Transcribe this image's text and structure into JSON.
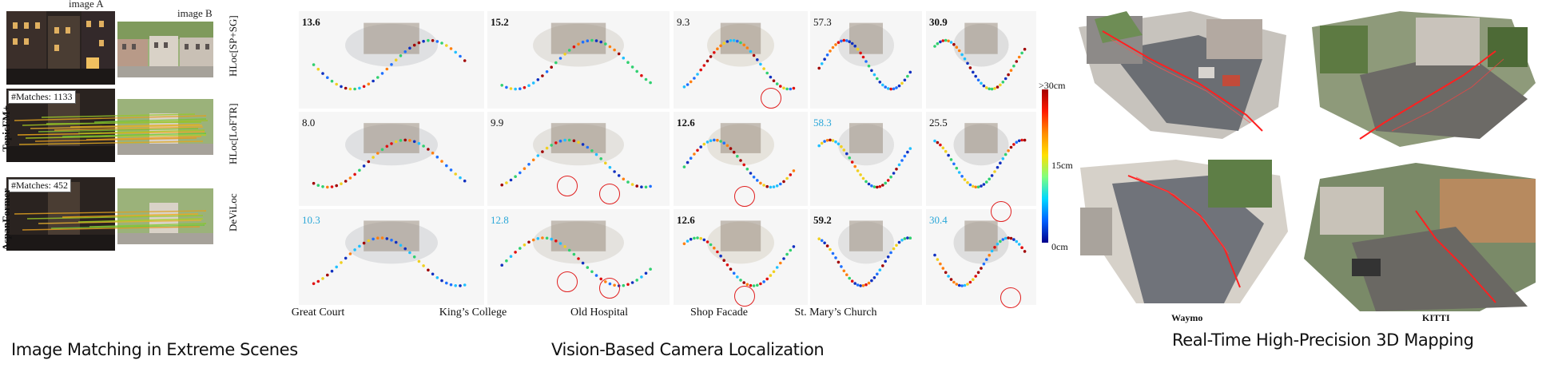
{
  "matching": {
    "image_a_label": "image A",
    "image_b_label": "image B",
    "methods": [
      "TopicFM+",
      "AspanFormer"
    ],
    "matches": [
      "#Matches: 1133",
      "#Matches: 452"
    ],
    "section_title": "Image Matching in Extreme Scenes"
  },
  "localization": {
    "rows": [
      "HLoc[SP+SG]",
      "HLoc[LoFTR]",
      "DeViLoc"
    ],
    "columns": [
      "Great Court",
      "King’s College",
      "Old Hospital",
      "Shop Facade",
      "St. Mary’s Church"
    ],
    "values": [
      [
        "13.6",
        "15.2",
        "9.3",
        "57.3",
        "30.9"
      ],
      [
        "8.0",
        "9.9",
        "12.6",
        "58.3",
        "25.5"
      ],
      [
        "10.3",
        "12.8",
        "12.6",
        "59.2",
        "30.4"
      ]
    ],
    "styles": [
      [
        "bold",
        "bold",
        "normal",
        "normal",
        "bold"
      ],
      [
        "normal",
        "normal",
        "bold",
        "cyan",
        "normal"
      ],
      [
        "cyan",
        "cyan",
        "bold",
        "bold",
        "cyan"
      ]
    ],
    "colorbar": {
      "top": ">30cm",
      "mid": "15cm",
      "bottom": "0cm"
    },
    "section_title": "Vision-Based Camera Localization"
  },
  "mapping": {
    "captions": [
      "Waymo",
      "KITTI"
    ],
    "section_title": "Real-Time High-Precision 3D Mapping"
  }
}
